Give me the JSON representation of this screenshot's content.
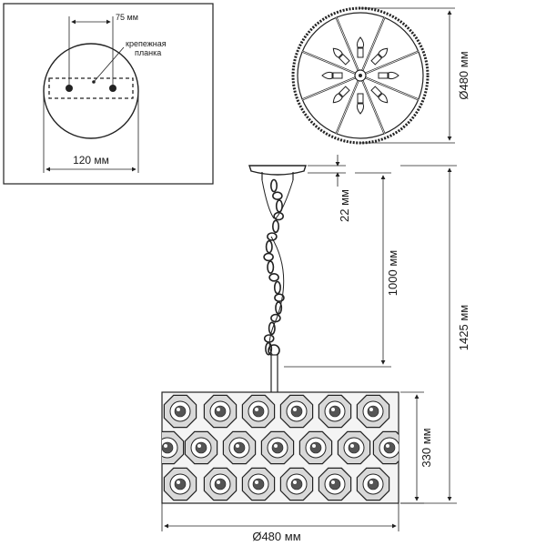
{
  "detail_panel": {
    "width_label": "120 мм",
    "bar_label": "75 мм",
    "bracket_label_line1": "крепежная",
    "bracket_label_line2": "планка"
  },
  "bottom_view": {
    "diameter_label": "Ø480 мм"
  },
  "side_view": {
    "canopy_height_label": "22 мм",
    "chain_length_label": "1000 мм",
    "total_height_label": "1425 мм",
    "shade_height_label": "330 мм",
    "shade_diameter_label": "Ø480 мм"
  },
  "colors": {
    "line": "#222222",
    "shade_fill": "#d9d9d9",
    "dark_element": "#555555"
  }
}
